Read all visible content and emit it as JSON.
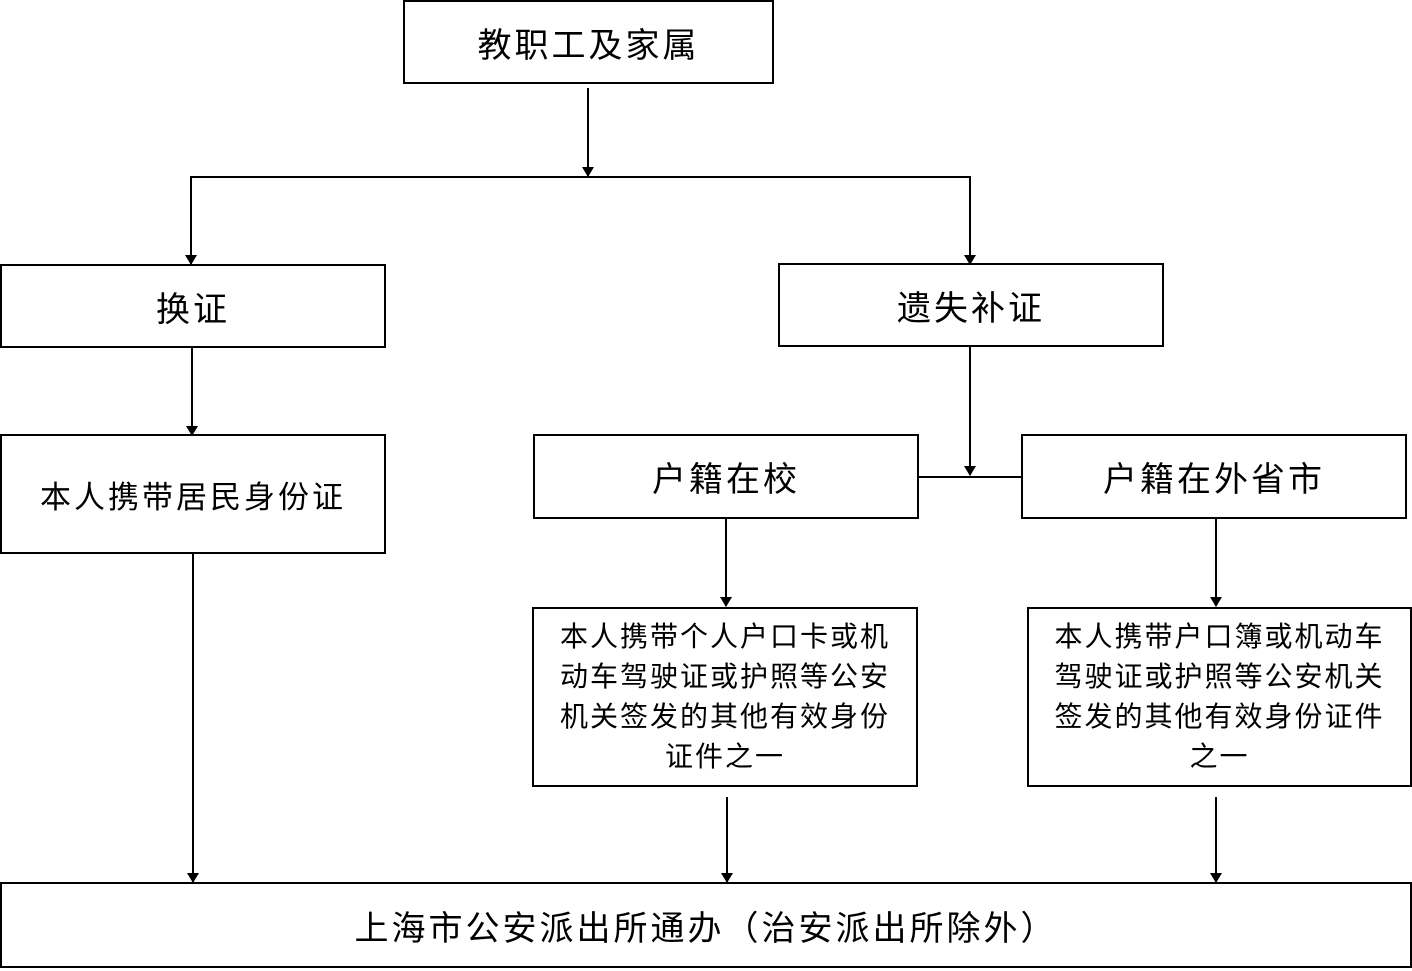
{
  "root": {
    "label": "教职工及家属"
  },
  "branches": {
    "renew": {
      "label": "换证",
      "requirement": "本人携带居民身份证"
    },
    "lost": {
      "label": "遗失补证",
      "options": {
        "on_campus": {
          "label": "户籍在校",
          "requirement": "本人携带个人户口卡或机动车驾驶证或护照等公安机关签发的其他有效身份证件之一"
        },
        "other_province": {
          "label": "户籍在外省市",
          "requirement": "本人携带户口簿或机动车驾驶证或护照等公安机关签发的其他有效身份证件之一"
        }
      }
    }
  },
  "destination": {
    "label": "上海市公安派出所通办（治安派出所除外）"
  }
}
